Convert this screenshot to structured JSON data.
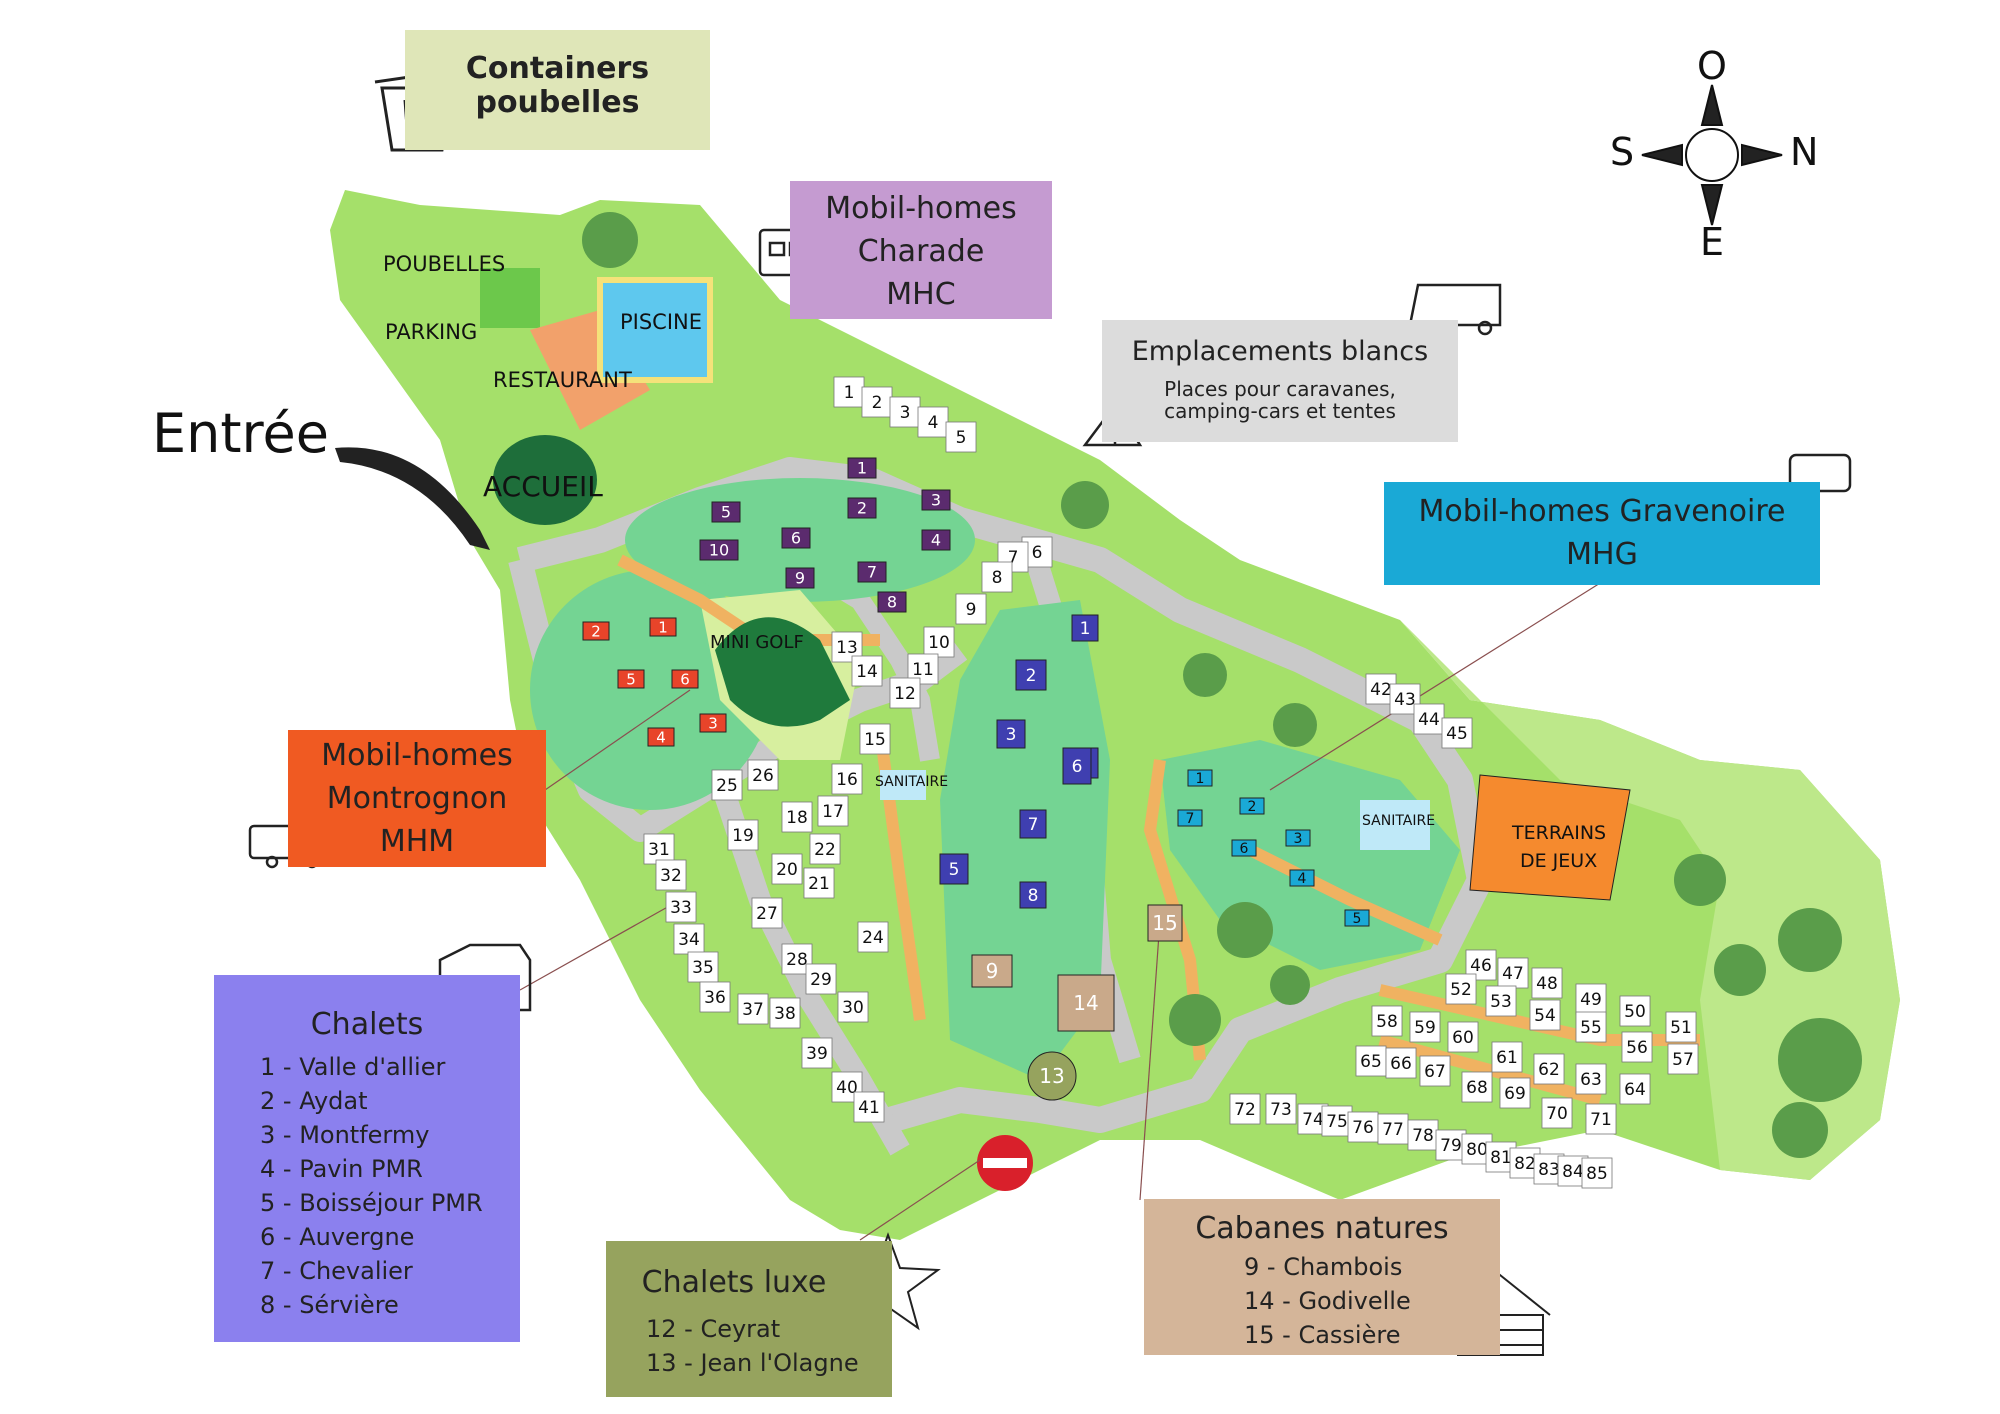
{
  "title_entree": "Entrée",
  "compass": {
    "o": "O",
    "s": "S",
    "n": "N",
    "e": "E"
  },
  "legend": {
    "containers": {
      "line1": "Containers",
      "line2": "poubelles",
      "color": "#dfe6b8"
    },
    "charade": {
      "line1": "Mobil-homes",
      "line2": "Charade",
      "code": "MHC",
      "color": "#c59bd1"
    },
    "blancs": {
      "title": "Emplacements blancs",
      "sub1": "Places pour caravanes,",
      "sub2": "camping-cars et tentes",
      "color": "#dcdcdc"
    },
    "gravenoire": {
      "line1": "Mobil-homes Gravenoire",
      "code": "MHG",
      "color": "#1aa9d6"
    },
    "montrognon": {
      "line1": "Mobil-homes",
      "line2": "Montrognon",
      "code": "MHM",
      "color": "#f05a22"
    },
    "chalets": {
      "title": "Chalets",
      "color": "#8b80ee",
      "items": [
        "1 - Valle d'allier",
        "2 - Aydat",
        "3 - Montfermy",
        "4 - Pavin PMR",
        "5 - Boisséjour PMR",
        "6 - Auvergne",
        "7 - Chevalier",
        "8 - Sérvière"
      ]
    },
    "luxe": {
      "title": "Chalets luxe",
      "color": "#96a35e",
      "items": [
        "12 - Ceyrat",
        "13 - Jean l'Olagne"
      ]
    },
    "cabanes": {
      "title": "Cabanes natures",
      "color": "#d4b599",
      "items": [
        "9 - Chambois",
        "14 - Godivelle",
        "15 - Cassière"
      ]
    }
  },
  "map_labels": {
    "poubelles": "POUBELLES",
    "parking": "PARKING",
    "piscine": "PISCINE",
    "restaurant": "RESTAURANT",
    "accueil": "ACCUEIL",
    "minigolf": "MINI GOLF",
    "sanitaire1": "SANITAIRE",
    "sanitaire2": "SANITAIRE",
    "terrains1": "TERRAINS",
    "terrains2": "DE JEUX"
  },
  "units": {
    "mhc": [
      "1",
      "2",
      "3",
      "4",
      "5",
      "6",
      "7",
      "8",
      "9",
      "10"
    ],
    "mhm": [
      "1",
      "2",
      "3",
      "4",
      "5",
      "6"
    ],
    "chalets": [
      "1",
      "2",
      "3",
      "4",
      "5",
      "6",
      "7",
      "8"
    ],
    "mhg": [
      "1",
      "2",
      "3",
      "4",
      "5",
      "6",
      "7"
    ],
    "cabanes": [
      "9",
      "14",
      "15"
    ],
    "luxe": [
      "13"
    ]
  },
  "pitches": [
    "1",
    "2",
    "3",
    "4",
    "5",
    "6",
    "7",
    "8",
    "9",
    "10",
    "11",
    "12",
    "13",
    "14",
    "15",
    "16",
    "17",
    "18",
    "19",
    "20",
    "21",
    "22",
    "24",
    "25",
    "26",
    "27",
    "28",
    "29",
    "30",
    "31",
    "32",
    "33",
    "34",
    "35",
    "36",
    "37",
    "38",
    "39",
    "40",
    "41",
    "42",
    "43",
    "44",
    "45",
    "46",
    "47",
    "48",
    "49",
    "50",
    "51",
    "52",
    "53",
    "54",
    "55",
    "56",
    "57",
    "58",
    "59",
    "60",
    "61",
    "62",
    "63",
    "64",
    "65",
    "66",
    "67",
    "68",
    "69",
    "70",
    "71",
    "72",
    "73",
    "74",
    "75",
    "76",
    "77",
    "78",
    "79",
    "80",
    "81",
    "82",
    "83",
    "84",
    "85"
  ]
}
